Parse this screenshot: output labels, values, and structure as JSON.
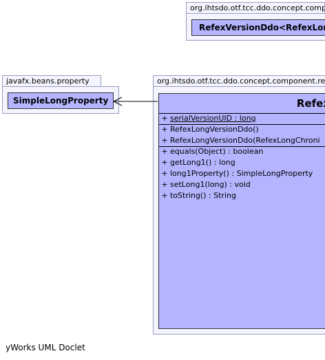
{
  "packages": {
    "top": {
      "name": "org.ihtsdo.otf.tcc.ddo.concept.compo",
      "class_name": "RefexVersionDdo<RefexLon"
    },
    "left": {
      "name": "javafx.beans.property",
      "class_name": "SimpleLongProperty"
    },
    "main": {
      "name": "org.ihtsdo.otf.tcc.ddo.concept.component.refe",
      "class_name": "Refex"
    }
  },
  "members": {
    "fields": [
      {
        "vis": "+",
        "text": "serialVersionUID : long"
      }
    ],
    "constructors": [
      {
        "vis": "+",
        "text": "RefexLongVersionDdo()"
      },
      {
        "vis": "+",
        "text": "RefexLongVersionDdo(RefexLongChroni"
      }
    ],
    "methods": [
      {
        "vis": "+",
        "text": "equals(Object) : boolean"
      },
      {
        "vis": "+",
        "text": "getLong1() : long"
      },
      {
        "vis": "+",
        "text": "long1Property() : SimpleLongProperty"
      },
      {
        "vis": "+",
        "text": "setLong1(long) : void"
      },
      {
        "vis": "+",
        "text": "toString() : String"
      }
    ]
  },
  "footer": "yWorks UML Doclet",
  "colors": {
    "class_fill": "#b4b4ff",
    "package_fill": "#f4f4fe",
    "package_border": "#9a9aba"
  }
}
